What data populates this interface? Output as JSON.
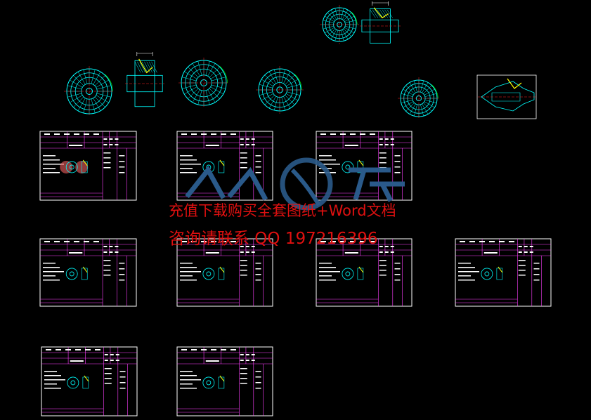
{
  "watermark": {
    "line1": "充值下载购买全套图纸+Word文档",
    "line2": "咨询请联系 QQ 1972163",
    "qq_tail": "96"
  },
  "logo": {
    "text": "人人文库"
  },
  "colors": {
    "background": "#000000",
    "frame": "#ff40ff",
    "border": "#ffffff",
    "cyan": "#00ffff",
    "yellow": "#ffff00",
    "green": "#00ff00",
    "red": "#ff2020",
    "watermark": "#e01010",
    "logo": "#2a5a8a"
  },
  "drawings": [
    "gear-drawing",
    "section-drawing",
    "gear-drawing",
    "gear-drawing",
    "gear-drawing",
    "section-drawing",
    "gear-drawing",
    "assembly-drawing"
  ],
  "sheets": [
    "process-card",
    "process-card",
    "process-card",
    "process-card",
    "process-card",
    "process-card",
    "process-card",
    "process-card",
    "process-card"
  ]
}
